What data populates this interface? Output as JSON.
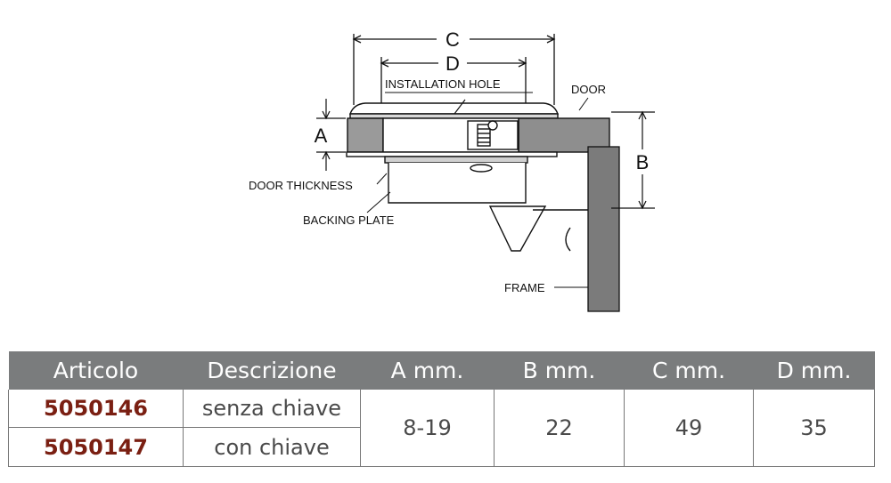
{
  "diagram": {
    "dim_labels": {
      "c": "C",
      "d": "D",
      "a": "A",
      "b": "B"
    },
    "callouts": {
      "installation_hole": "INSTALLATION HOLE",
      "door": "DOOR",
      "door_thickness": "DOOR THICKNESS",
      "backing_plate": "BACKING PLATE",
      "frame": "FRAME"
    }
  },
  "table": {
    "headers": [
      "Articolo",
      "Descrizione",
      "A mm.",
      "B mm.",
      "C mm.",
      "D mm."
    ],
    "rows": [
      {
        "articolo": "5050146",
        "descrizione": "senza chiave"
      },
      {
        "articolo": "5050147",
        "descrizione": "con chiave"
      }
    ],
    "shared": {
      "a": "8-19",
      "b": "22",
      "c": "49",
      "d": "35"
    }
  },
  "colors": {
    "header_bg": "#7a7c7d",
    "code_text": "#7a1f12",
    "frame_fill": "#7b7b7b",
    "door_fill": "#8e8e8e"
  }
}
